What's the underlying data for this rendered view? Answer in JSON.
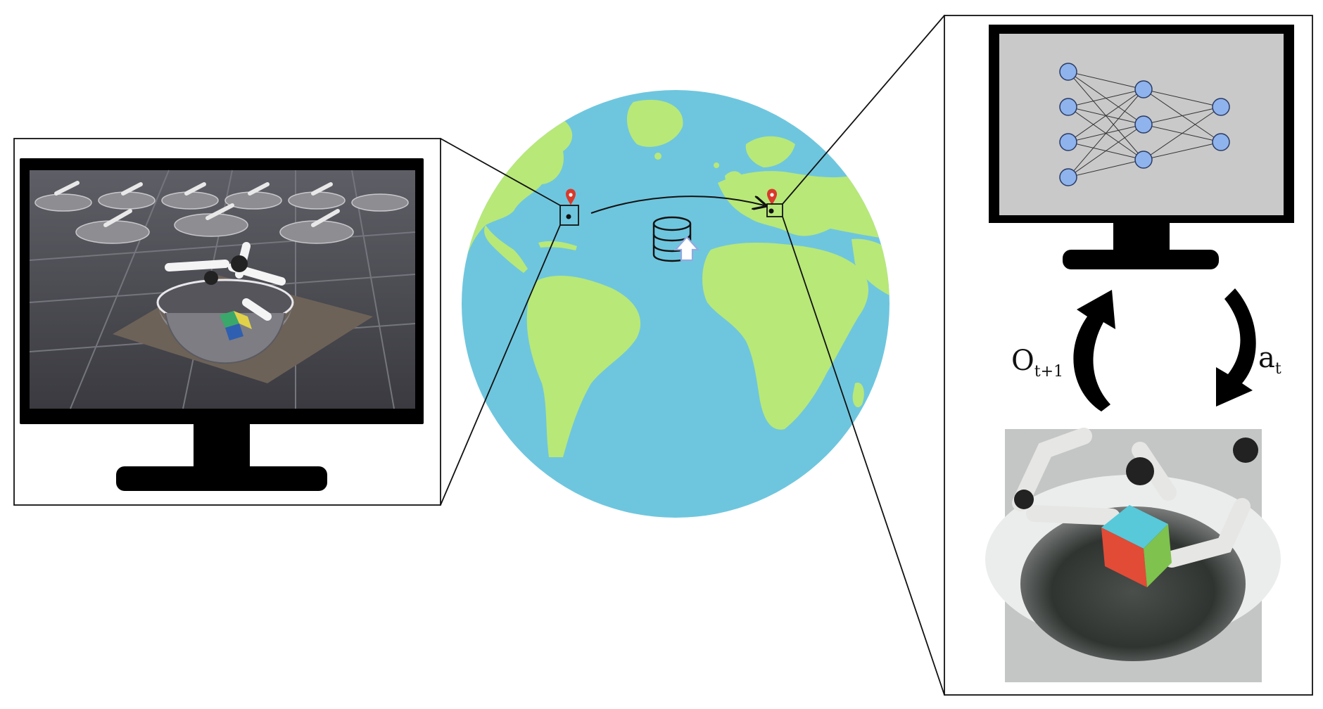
{
  "labels": {
    "observation": "O",
    "observation_sub": "t+1",
    "action": "a",
    "action_sub": "t"
  },
  "colors": {
    "ocean": "#6ec6de",
    "land": "#b8e878",
    "marker": "#d93a2b",
    "node": "#8fb3ec",
    "node_stroke": "#2a3b66",
    "screen": "#c9c9c9",
    "bezel": "#000000",
    "db_arrow": "#93a9e0"
  },
  "icons": {
    "database": "database-upload-icon",
    "location": "location-pin-icon",
    "neural_net": "neural-network-icon"
  },
  "network_layers": [
    4,
    3,
    2
  ]
}
